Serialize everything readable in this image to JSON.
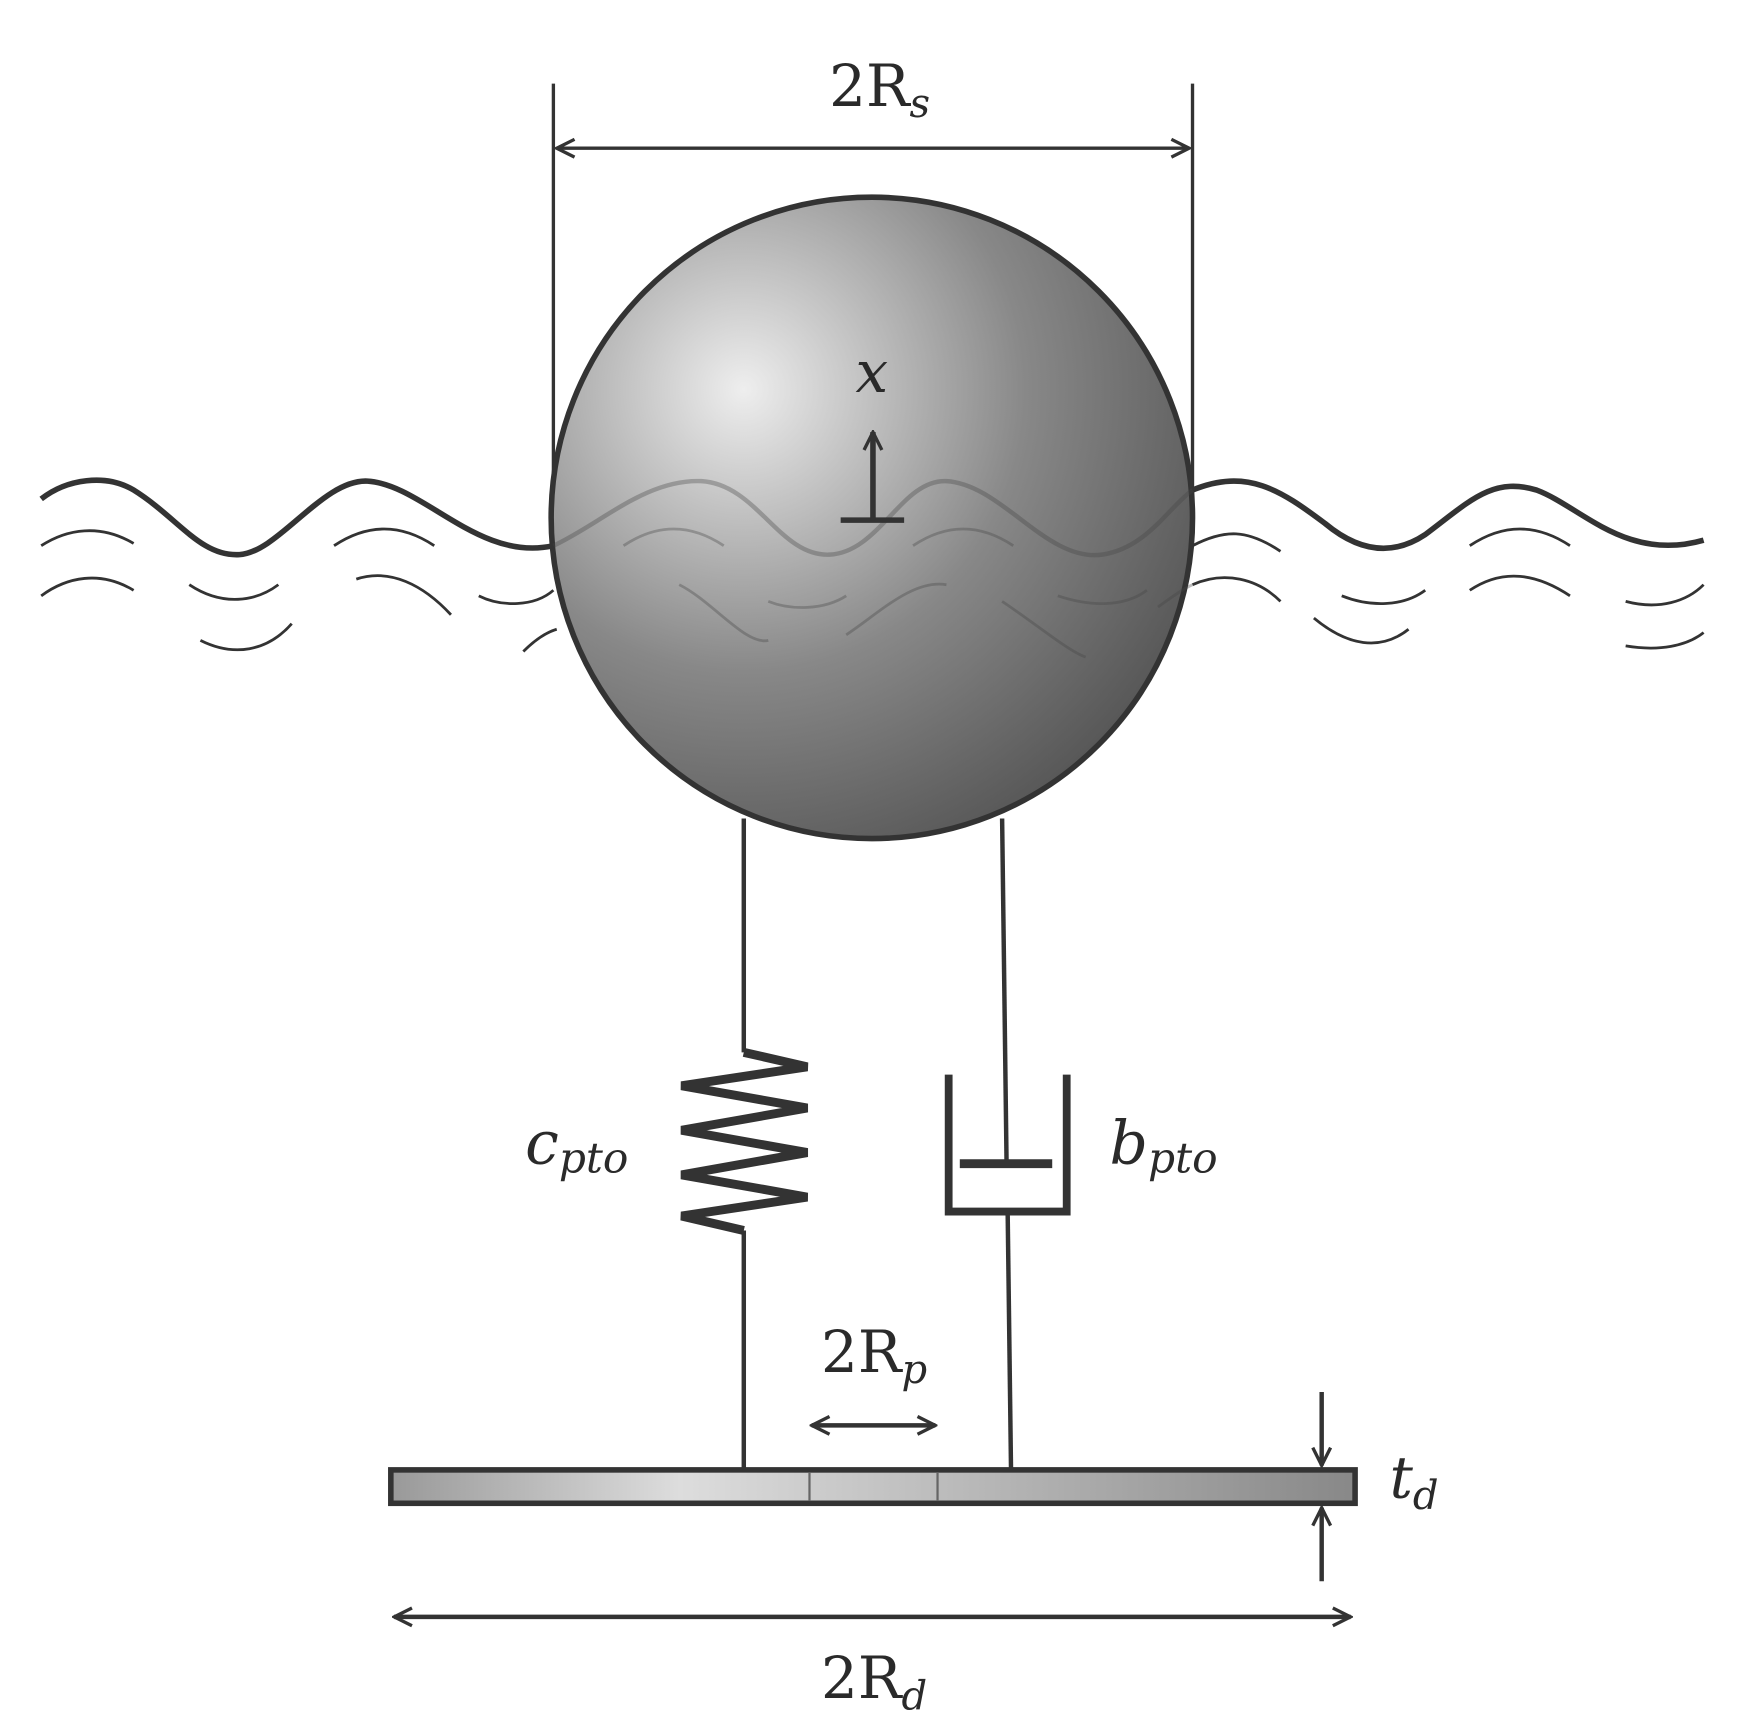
{
  "labels": {
    "sphere_diameter": {
      "main": "2R",
      "sub": "s"
    },
    "displacement": "x",
    "spring": {
      "main": "c",
      "sub": "pto"
    },
    "damper": {
      "main": "b",
      "sub": "pto"
    },
    "plate_diameter": {
      "main": "2R",
      "sub": "p"
    },
    "disk_thickness": {
      "main": "t",
      "sub": "d"
    },
    "disk_diameter": {
      "main": "2R",
      "sub": "d"
    }
  },
  "colors": {
    "stroke": "#333333",
    "sphere_light": "#eeeeee",
    "sphere_dark": "#555555"
  }
}
